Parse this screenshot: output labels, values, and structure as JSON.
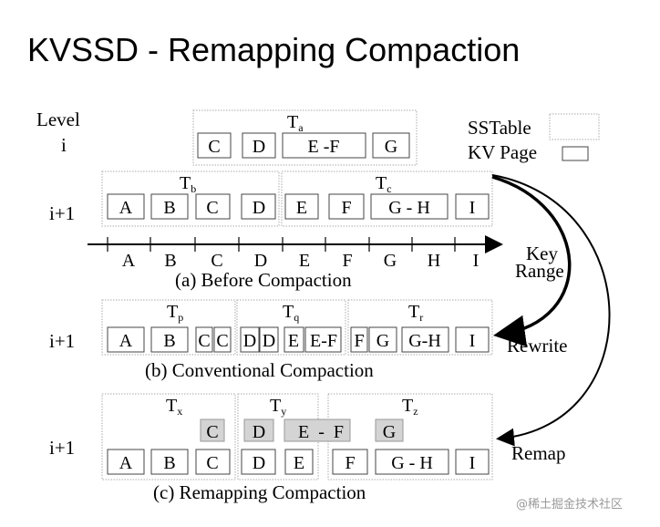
{
  "title": "KVSSD - Remapping Compaction",
  "level_labels": {
    "level_i_word": "Level",
    "level_i": "i",
    "level_i1": "i+1"
  },
  "legend": {
    "sstable": "SSTable",
    "kv_page": "KV Page"
  },
  "tables": {
    "ta": "T",
    "ta_sub": "a",
    "tb": "T",
    "tb_sub": "b",
    "tc": "T",
    "tc_sub": "c",
    "tp": "T",
    "tp_sub": "p",
    "tq": "T",
    "tq_sub": "q",
    "tr": "T",
    "tr_sub": "r",
    "tx": "T",
    "tx_sub": "x",
    "ty": "T",
    "ty_sub": "y",
    "tz": "T",
    "tz_sub": "z"
  },
  "pages": {
    "level_i": [
      "C",
      "D",
      "E -F",
      "G"
    ],
    "before": [
      "A",
      "B",
      "C",
      "D",
      "E",
      "F",
      "G - H",
      "I"
    ],
    "conventional": [
      "A",
      "B",
      "C",
      "C",
      "D",
      "D",
      "E",
      "E-F",
      "F",
      "G",
      "G-H",
      "I"
    ],
    "remap_top": [
      "C",
      "D",
      "E  -  F",
      "G"
    ],
    "remap_bottom": [
      "A",
      "B",
      "C",
      "D",
      "E",
      "F",
      "G - H",
      "I"
    ]
  },
  "key_axis": [
    "A",
    "B",
    "C",
    "D",
    "E",
    "F",
    "G",
    "H",
    "I"
  ],
  "axis_label_line1": "Key",
  "axis_label_line2": "Range",
  "captions": {
    "before": "(a) Before Compaction",
    "conventional": "(b) Conventional Compaction",
    "remapping": "(c) Remapping Compaction"
  },
  "arrows": {
    "rewrite": "Rewrite",
    "remap": "Remap"
  },
  "watermark": "@稀土掘金技术社区",
  "colors": {
    "shaded_page": "#d4d4d4",
    "dotted_border": "#aaaaaa"
  }
}
